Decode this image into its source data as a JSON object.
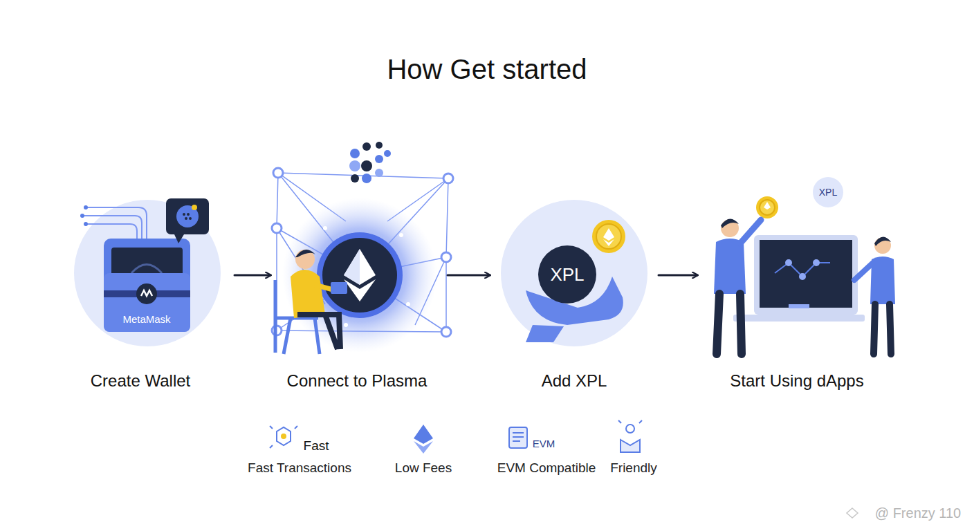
{
  "diagram": {
    "title": "How Get started",
    "nodes": [
      {
        "text": [
          "MetaMask",
          "Create Wallet"
        ]
      },
      {
        "text": [
          "Connect to Plasma"
        ]
      },
      {
        "text": [
          "XPL",
          "Add XPL"
        ]
      },
      {
        "text": [
          "XPL",
          "Start Using dApps"
        ]
      }
    ],
    "edges": [
      {
        "from": 0,
        "to": 1,
        "arrow": "to"
      },
      {
        "from": 1,
        "to": 2,
        "arrow": "to"
      },
      {
        "from": 2,
        "to": 3,
        "arrow": "to"
      }
    ],
    "labels": [
      "Fast",
      "Fast Transactions",
      "Low Fees",
      "EVM",
      "EVM Compatible",
      "Friendly",
      "@ Frenzy 110"
    ]
  }
}
